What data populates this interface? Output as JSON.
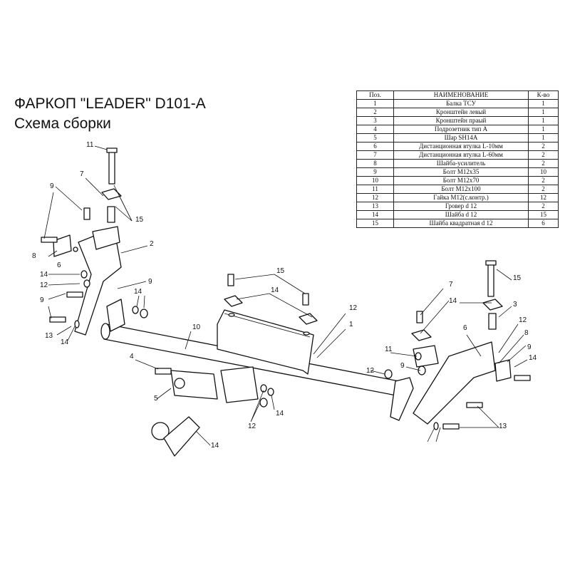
{
  "title": "ФАРКОП \"LEADER\" D101-A",
  "subtitle": "Схема сборки",
  "table": {
    "headers": [
      "Поз.",
      "НАИМЕНОВАНИЕ",
      "К-во"
    ],
    "rows": [
      [
        "1",
        "Балка ТСУ",
        "1"
      ],
      [
        "2",
        "Кронштейн левый",
        "1"
      ],
      [
        "3",
        "Кронштейн праый",
        "1"
      ],
      [
        "4",
        "Подрозетник тип А",
        "1"
      ],
      [
        "5",
        "Шар SH14A",
        "1"
      ],
      [
        "6",
        "Дистанционная втулка  L-10мм",
        "2"
      ],
      [
        "7",
        "Дистанционная втулка  L-60мм",
        "2"
      ],
      [
        "8",
        "Шайба-усилитель",
        "2"
      ],
      [
        "9",
        "Болт М12х35",
        "10"
      ],
      [
        "10",
        "Болт М12х70",
        "2"
      ],
      [
        "11",
        "Болт М12х100",
        "2"
      ],
      [
        "12",
        "Гайка М12(с.контр.)",
        "12"
      ],
      [
        "13",
        "Гровер d 12",
        "2"
      ],
      [
        "14",
        "Шайба d 12",
        "15"
      ],
      [
        "15",
        "Шайба квадратная d 12",
        "6"
      ]
    ]
  },
  "callouts": [
    "11",
    "7",
    "9",
    "15",
    "2",
    "8",
    "6",
    "14",
    "12",
    "9",
    "13",
    "14",
    "14",
    "9",
    "15",
    "14",
    "12",
    "1",
    "10",
    "4",
    "5",
    "14",
    "12",
    "14",
    "12",
    "11",
    "9",
    "15",
    "7",
    "14",
    "3",
    "12",
    "6",
    "8",
    "9",
    "14",
    "13"
  ]
}
